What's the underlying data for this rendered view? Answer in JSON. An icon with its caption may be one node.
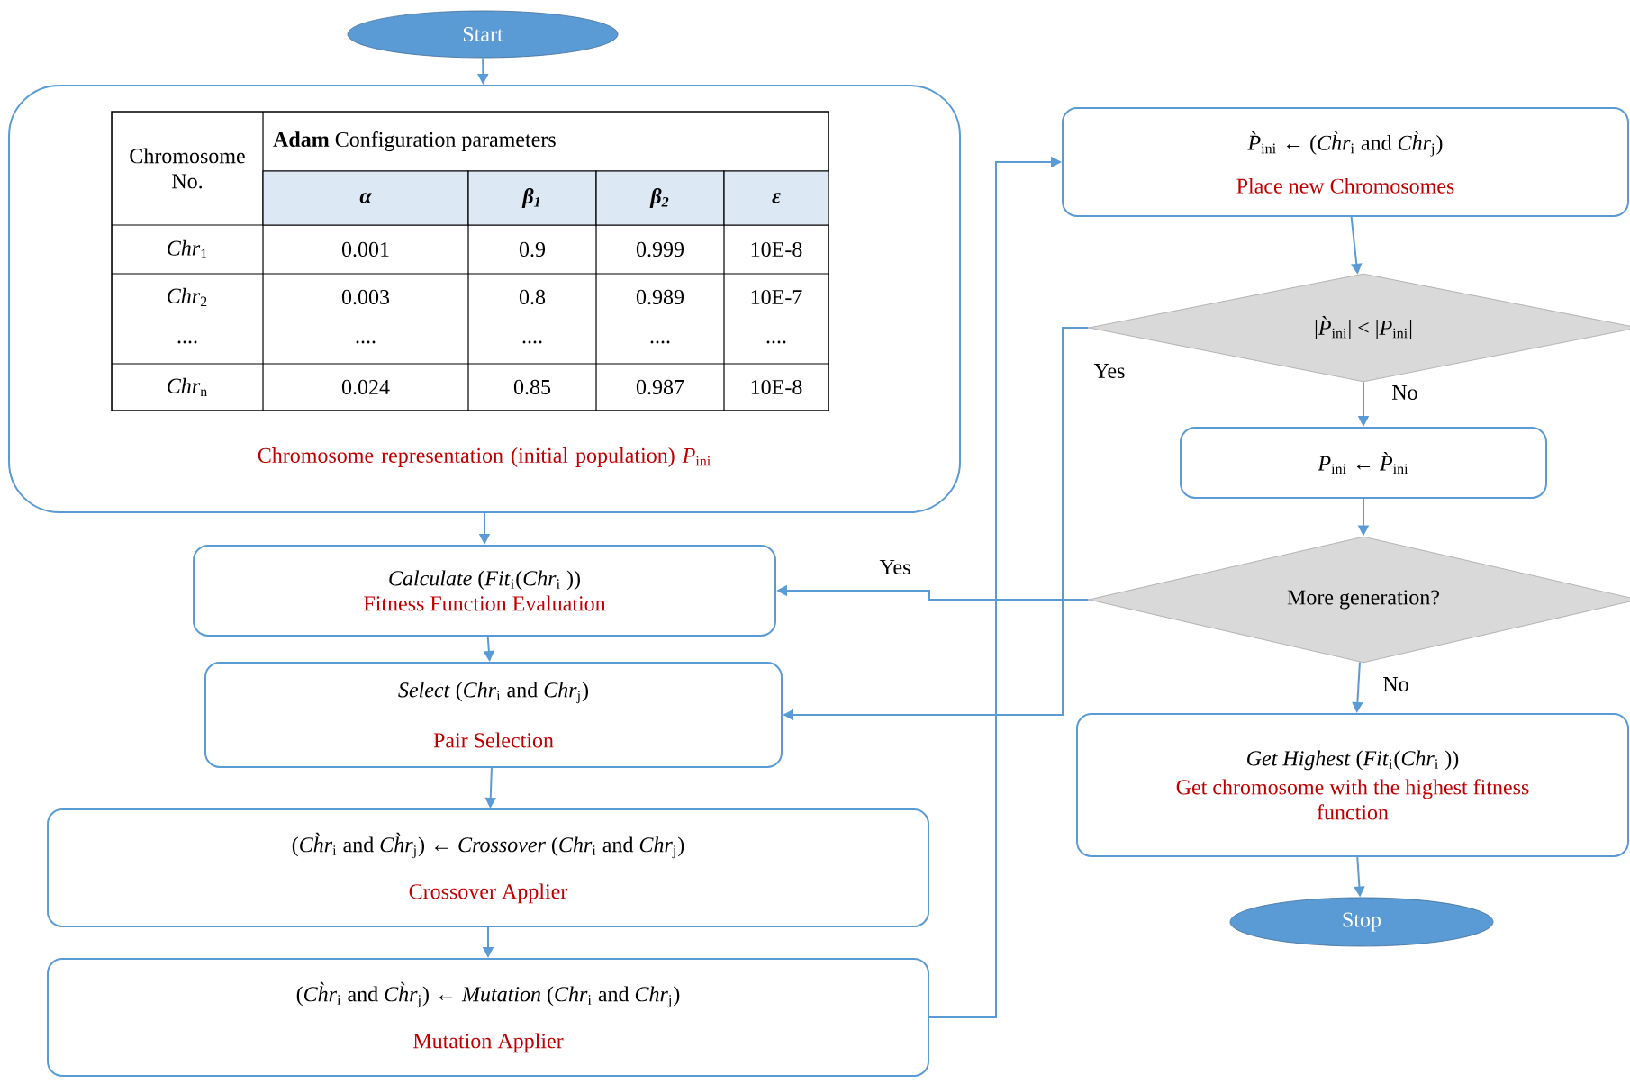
{
  "diagram": {
    "nodes": [
      {
        "text": [
          "Start"
        ]
      },
      {
        "text": [
          "Chromosome representation (initial population) *P*$_{ini}$"
        ]
      },
      {
        "text": [
          "*Calculate* (*Fit*$_{i}$(*Chr*$_{i}$ ))",
          "Fitness Function Evaluation"
        ]
      },
      {
        "text": [
          "*Select* (*Chr*$_{i}$ and *Chr*$_{j}$)",
          "Pair Selection"
        ]
      },
      {
        "text": [
          "(*Ch̀r*$_{i}$ and *Ch̀r*$_{j}$) ← *Crossover* (*Chr*$_{i}$ and *Chr*$_{j}$)",
          "Crossover Applier"
        ]
      },
      {
        "text": [
          "(*Ch̀r*$_{i}$ and *Ch̀r*$_{j}$) ← *Mutation* (*Chr*$_{i}$ and *Chr*$_{j}$)",
          "Mutation Applier"
        ]
      },
      {
        "text": [
          "*P̀*$_{ini}$ ← (*Ch̀r*$_{i}$ and *Ch̀r*$_{j}$)",
          "Place new Chromosomes"
        ]
      },
      {
        "text": [
          "|*P̀*$_{ini}$| < |*P*$_{ini}$|"
        ]
      },
      {
        "text": [
          "*P*$_{ini}$ ← *P̀*$_{ini}$"
        ]
      },
      {
        "text": [
          "More generation?"
        ]
      },
      {
        "text": [
          "*Get Highest* (*Fit*$_{i}$(*Chr*$_{i}$ ))",
          "Get chromosome with the highest fitness function"
        ]
      },
      {
        "text": [
          "Stop"
        ]
      }
    ],
    "edges": [
      {
        "from": 0,
        "to": 1,
        "arrow": "to"
      },
      {
        "from": 1,
        "to": 2,
        "arrow": "to"
      },
      {
        "from": 2,
        "to": 3,
        "arrow": "to"
      },
      {
        "from": 3,
        "to": 4,
        "arrow": "to"
      },
      {
        "from": 4,
        "to": 5,
        "arrow": "to"
      },
      {
        "from": 5,
        "to": 6,
        "arrow": "to"
      },
      {
        "from": 6,
        "to": 7,
        "arrow": "to"
      },
      {
        "from": 7,
        "to": 8,
        "arrow": "to",
        "label": "No"
      },
      {
        "from": 8,
        "to": 9,
        "arrow": "to"
      },
      {
        "from": 9,
        "to": 10,
        "arrow": "to",
        "label": "No"
      },
      {
        "from": 10,
        "to": 11,
        "arrow": "to"
      },
      {
        "from": 9,
        "to": 2,
        "arrow": "to",
        "label": "Yes"
      },
      {
        "from": 7,
        "to": 3,
        "arrow": "to",
        "label": "Yes"
      }
    ],
    "labels": [
      "Chromosome No.",
      "**Adam** Configuration parameters",
      "α",
      "β$_{1}$",
      "β$_{2}$",
      "ε",
      "*Chr*$_{1}$",
      "0.001",
      "0.9",
      "0.999",
      "10E-8",
      "*Chr*$_{2}$",
      "0.003",
      "0.8",
      "0.989",
      "10E-7",
      "....",
      "....",
      "....",
      "....",
      "....",
      "*Chr*$_{n}$",
      "0.024",
      "0.85",
      "0.987",
      "10E-8"
    ]
  }
}
